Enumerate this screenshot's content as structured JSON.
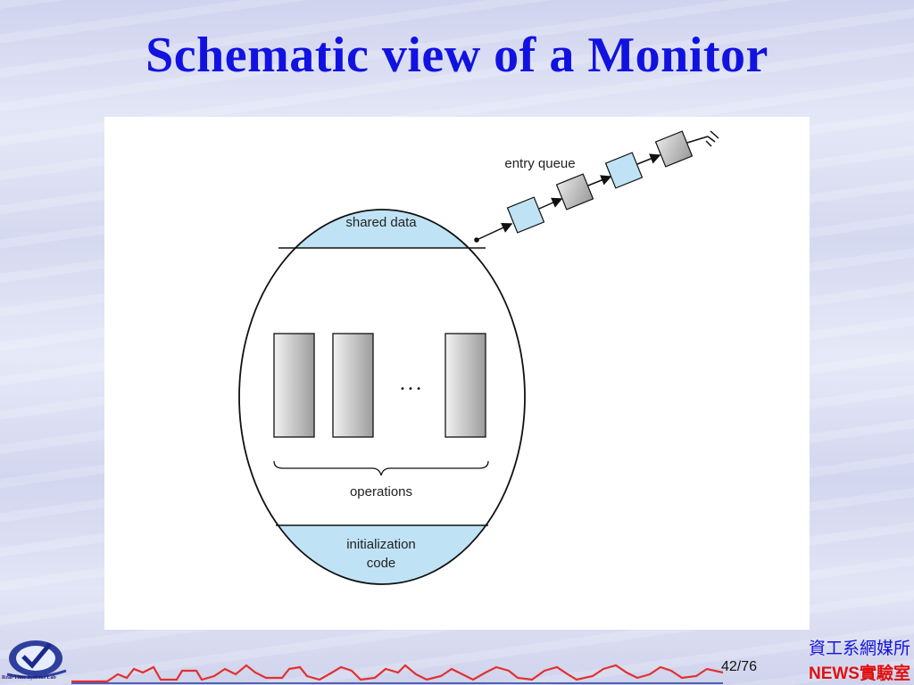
{
  "slide": {
    "title": "Schematic view of a Monitor",
    "page_current": "42",
    "page_total": "/76",
    "dept": "資工系網媒所",
    "lab": "NEWS實驗室",
    "logo_text": "Real-Time Systems Lab"
  },
  "diagram": {
    "shared_data_label": "shared data",
    "entry_queue_label": "entry queue",
    "operations_label": "operations",
    "ellipsis_label": "• • •",
    "init_label_line1": "initialization",
    "init_label_line2": "code",
    "colors": {
      "light_blue": "#bfe3f5",
      "outline": "#111111",
      "gray": "#bdbdbd"
    },
    "queue_nodes": [
      "light-blue",
      "gray",
      "light-blue",
      "gray"
    ]
  }
}
